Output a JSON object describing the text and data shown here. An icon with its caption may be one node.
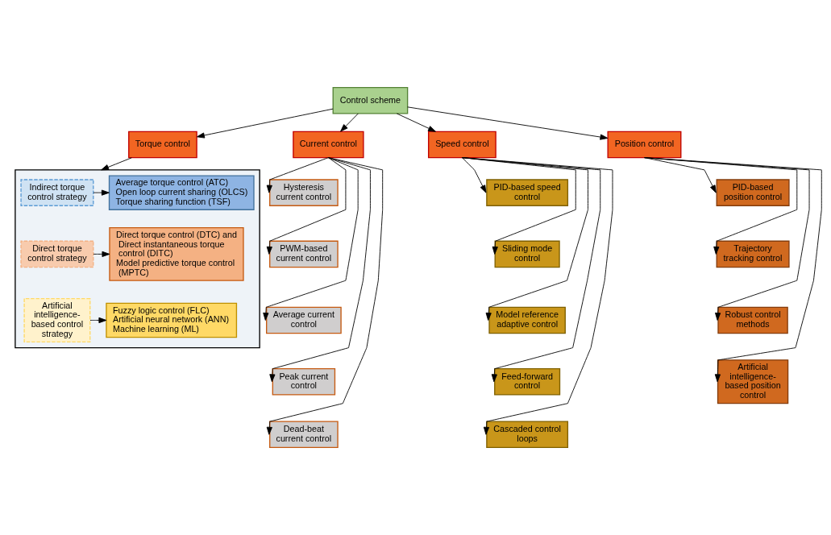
{
  "diagram": {
    "nodes": [
      {
        "text": [
          "Control scheme"
        ]
      },
      {
        "text": [
          "Torque control"
        ]
      },
      {
        "text": [
          "Current control"
        ]
      },
      {
        "text": [
          "Speed control"
        ]
      },
      {
        "text": [
          "Position control"
        ]
      },
      {
        "text": [],
        "shape": "box"
      },
      {
        "text": [
          "Indirect torque control strategy"
        ],
        "in": 5
      },
      {
        "text": [
          "Average torque control (ATC)",
          "Open loop current sharing (OLCS)",
          "Torque sharing function (TSF)"
        ],
        "in": 5
      },
      {
        "text": [
          "Direct torque control strategy"
        ],
        "in": 5
      },
      {
        "text": [
          "Direct torque control (DTC) and Direct instantaneous torque control (DITC)",
          "Model predictive torque control (MPTC)"
        ],
        "in": 5
      },
      {
        "text": [
          "Artificial intelligence-based control strategy"
        ],
        "in": 5
      },
      {
        "text": [
          "Fuzzy logic control (FLC)",
          "Artificial neural network (ANN)",
          "Machine learning (ML)"
        ],
        "in": 5
      },
      {
        "text": [
          "Hysteresis current control"
        ]
      },
      {
        "text": [
          "PWM-based current control"
        ]
      },
      {
        "text": [
          "Average current control"
        ]
      },
      {
        "text": [
          "Peak current control"
        ]
      },
      {
        "text": [
          "Dead-beat current control"
        ]
      },
      {
        "text": [
          "PID-based speed control"
        ]
      },
      {
        "text": [
          "Sliding mode control"
        ]
      },
      {
        "text": [
          "Model reference adaptive control"
        ]
      },
      {
        "text": [
          "Feed-forward control"
        ]
      },
      {
        "text": [
          "Cascaded control loops"
        ]
      },
      {
        "text": [
          "PID-based position control"
        ]
      },
      {
        "text": [
          "Trajectory tracking control"
        ]
      },
      {
        "text": [
          "Robust control methods"
        ]
      },
      {
        "text": [
          "Artificial intelligence-based position control"
        ]
      }
    ],
    "edges": [
      {
        "from": 0,
        "to": 1,
        "arrow": "to"
      },
      {
        "from": 0,
        "to": 2,
        "arrow": "to"
      },
      {
        "from": 0,
        "to": 3,
        "arrow": "to"
      },
      {
        "from": 0,
        "to": 4,
        "arrow": "to"
      },
      {
        "from": 1,
        "to": 5,
        "arrow": "to"
      },
      {
        "from": 6,
        "to": 7,
        "arrow": "to"
      },
      {
        "from": 8,
        "to": 9,
        "arrow": "to"
      },
      {
        "from": 10,
        "to": 11,
        "arrow": "to"
      },
      {
        "from": 2,
        "to": 12,
        "arrow": "to"
      },
      {
        "from": 2,
        "to": 13,
        "arrow": "to"
      },
      {
        "from": 2,
        "to": 14,
        "arrow": "to"
      },
      {
        "from": 2,
        "to": 15,
        "arrow": "to"
      },
      {
        "from": 2,
        "to": 16,
        "arrow": "to"
      },
      {
        "from": 3,
        "to": 17,
        "arrow": "to"
      },
      {
        "from": 3,
        "to": 18,
        "arrow": "to"
      },
      {
        "from": 3,
        "to": 19,
        "arrow": "to"
      },
      {
        "from": 3,
        "to": 20,
        "arrow": "to"
      },
      {
        "from": 3,
        "to": 21,
        "arrow": "to"
      },
      {
        "from": 4,
        "to": 22,
        "arrow": "to"
      },
      {
        "from": 4,
        "to": 23,
        "arrow": "to"
      },
      {
        "from": 4,
        "to": 24,
        "arrow": "to"
      },
      {
        "from": 4,
        "to": 25,
        "arrow": "to"
      }
    ]
  }
}
